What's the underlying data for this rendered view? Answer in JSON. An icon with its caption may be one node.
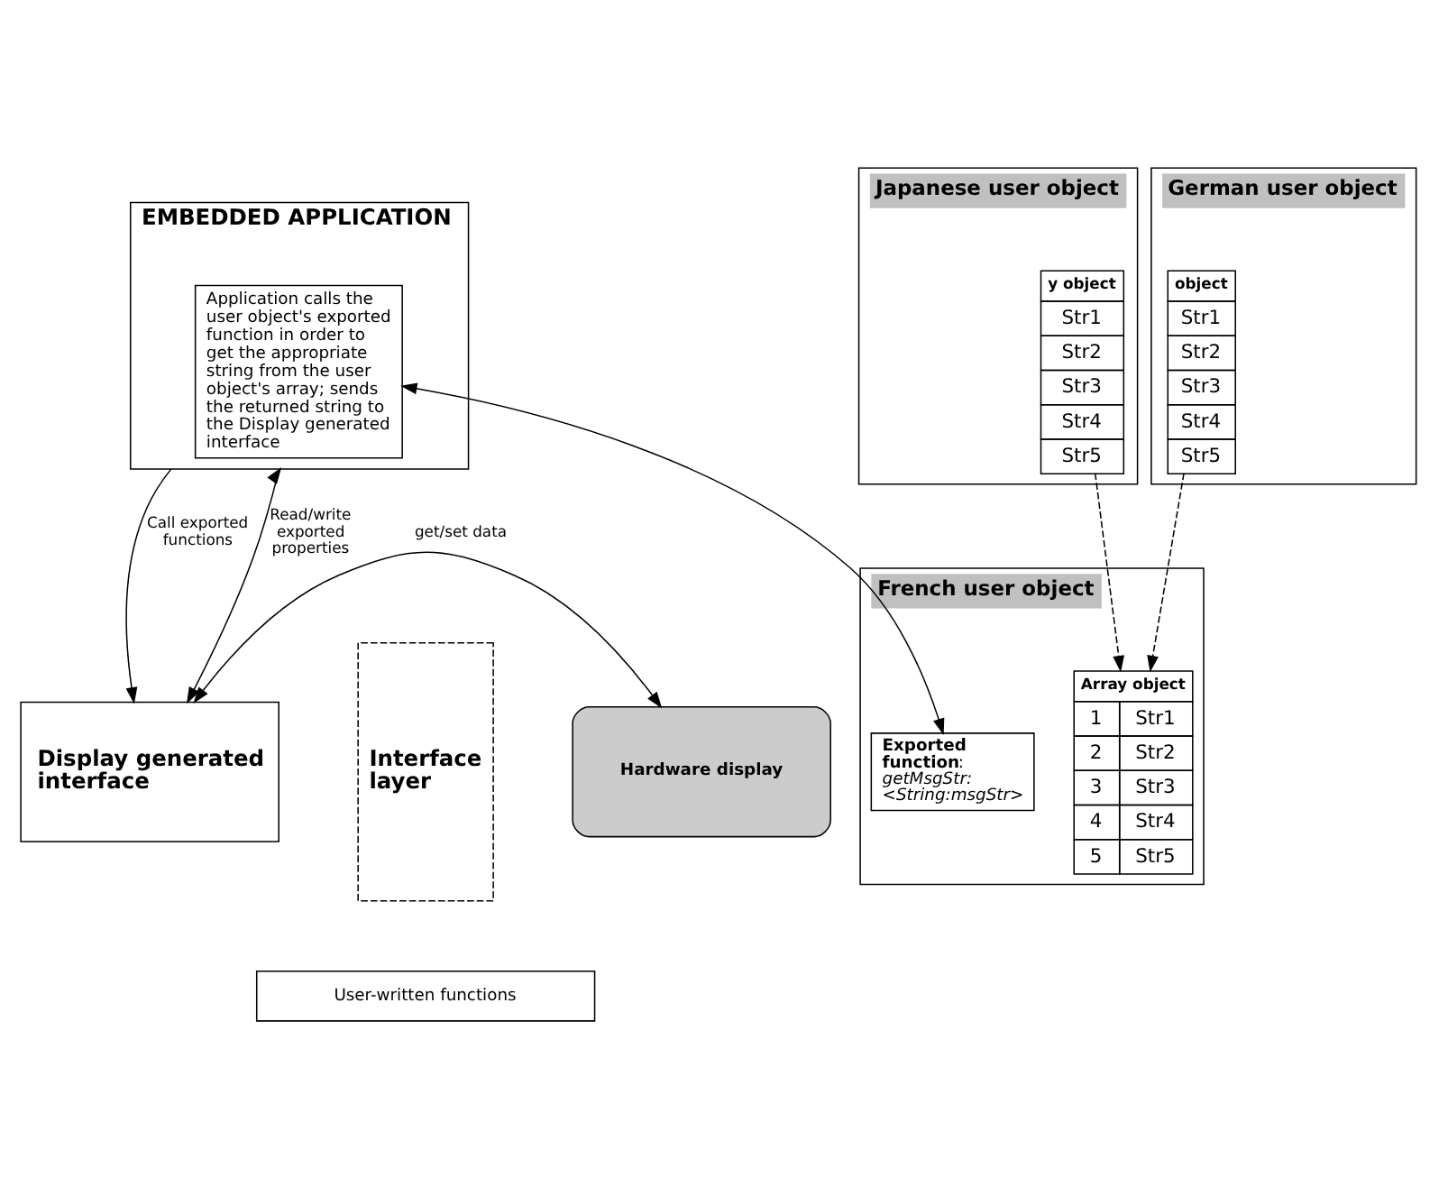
{
  "diagram": {
    "nodes": [
      {
        "text": [
          "EMBEDDED APPLICATION"
        ]
      },
      {
        "text": [
          "Application calls the user object's exported function in order to get the appropriate string from the user object's array; sends the returned string to the Display generated interface"
        ],
        "in": 0
      },
      {
        "text": [
          "Japanese user object"
        ]
      },
      {
        "text": [
          "y object",
          "Str1",
          "Str2",
          "Str3",
          "Str4",
          "Str5"
        ],
        "in": 2
      },
      {
        "text": [
          "German user object"
        ]
      },
      {
        "text": [
          "object",
          "Str1",
          "Str2",
          "Str3",
          "Str4",
          "Str5"
        ],
        "in": 4
      },
      {
        "text": [
          "French user object"
        ]
      },
      {
        "text": [
          "**Exported function**: *getMsgStr: <String:msgStr>*"
        ],
        "in": 6
      },
      {
        "text": [
          "Array object",
          "1",
          "Str1",
          "2",
          "Str2",
          "3",
          "Str3",
          "4",
          "Str4",
          "5",
          "Str5"
        ],
        "in": 6
      },
      {
        "text": [
          "Display generated interface"
        ]
      },
      {
        "text": [
          "Interface layer"
        ]
      },
      {
        "text": [
          "User-written functions"
        ]
      },
      {
        "text": [
          "Hardware display"
        ]
      }
    ],
    "edges": [
      {
        "from": 1,
        "to": 7,
        "arrow": "both"
      },
      {
        "from": 5,
        "to": 8,
        "arrow": "to",
        "style": "dashed"
      },
      {
        "from": 3,
        "to": 8,
        "arrow": "to",
        "style": "dashed"
      },
      {
        "from": 0,
        "to": 9,
        "arrow": "to",
        "label": "Call exported functions"
      },
      {
        "from": 9,
        "to": 0,
        "arrow": "both",
        "label": "Read/write exported properties"
      },
      {
        "from": 9,
        "to": 12,
        "arrow": "both",
        "label": "get/set data"
      }
    ]
  }
}
